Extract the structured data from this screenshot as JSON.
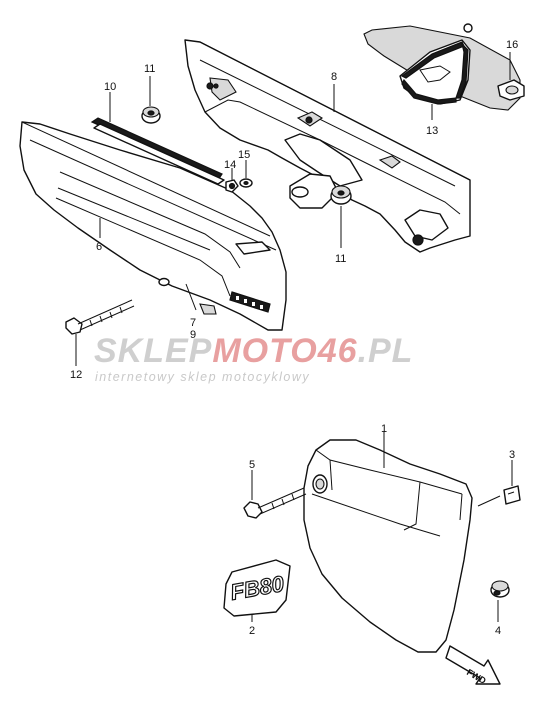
{
  "callouts": {
    "c1": "1",
    "c2": "2",
    "c3": "3",
    "c4": "4",
    "c5": "5",
    "c6": "6",
    "c7": "7",
    "c8": "8",
    "c9": "9",
    "c10": "10",
    "c11a": "11",
    "c11b": "11",
    "c12": "12",
    "c13": "13",
    "c14": "14",
    "c15": "15",
    "c16": "16"
  },
  "watermark": {
    "part1": "SKLEP",
    "part2": "MOTO",
    "part3": "46",
    "part4": ".PL",
    "tagline": "internetowy sklep motocyklowy"
  },
  "emblem_text": "FB80",
  "fwd_label": "FWD",
  "colors": {
    "ink": "#111111",
    "watermark_grey": "#c9c9c9",
    "watermark_red": "#e8a0a0"
  }
}
